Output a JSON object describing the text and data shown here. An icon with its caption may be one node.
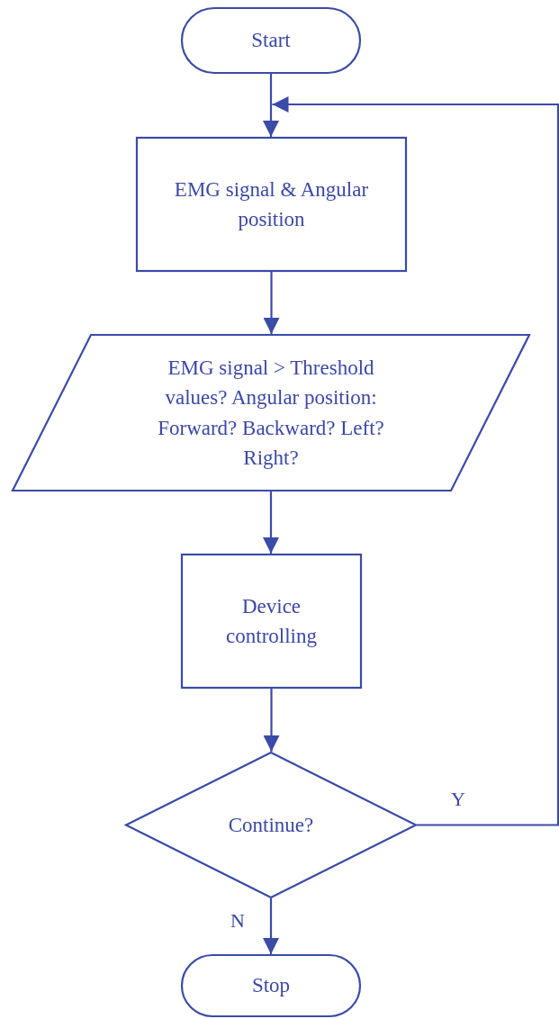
{
  "diagram": {
    "nodes": [
      {
        "text": [
          "Start"
        ]
      },
      {
        "text": [
          "EMG signal & Angular position"
        ]
      },
      {
        "text": [
          "EMG signal > Threshold values? Angular position: Forward? Backward? Left? Right?"
        ]
      },
      {
        "text": [
          "Device controlling"
        ]
      },
      {
        "text": [
          "Continue?"
        ]
      },
      {
        "text": [
          "Stop"
        ]
      }
    ],
    "edges": [
      {
        "from": 0,
        "to": 1,
        "arrow": "to"
      },
      {
        "from": 1,
        "to": 2,
        "arrow": "to"
      },
      {
        "from": 2,
        "to": 3,
        "arrow": "to"
      },
      {
        "from": 3,
        "to": 4,
        "arrow": "to"
      },
      {
        "from": 4,
        "to": 1,
        "arrow": "to",
        "label": "Y"
      },
      {
        "from": 4,
        "to": 5,
        "arrow": "to",
        "label": "N"
      }
    ]
  }
}
